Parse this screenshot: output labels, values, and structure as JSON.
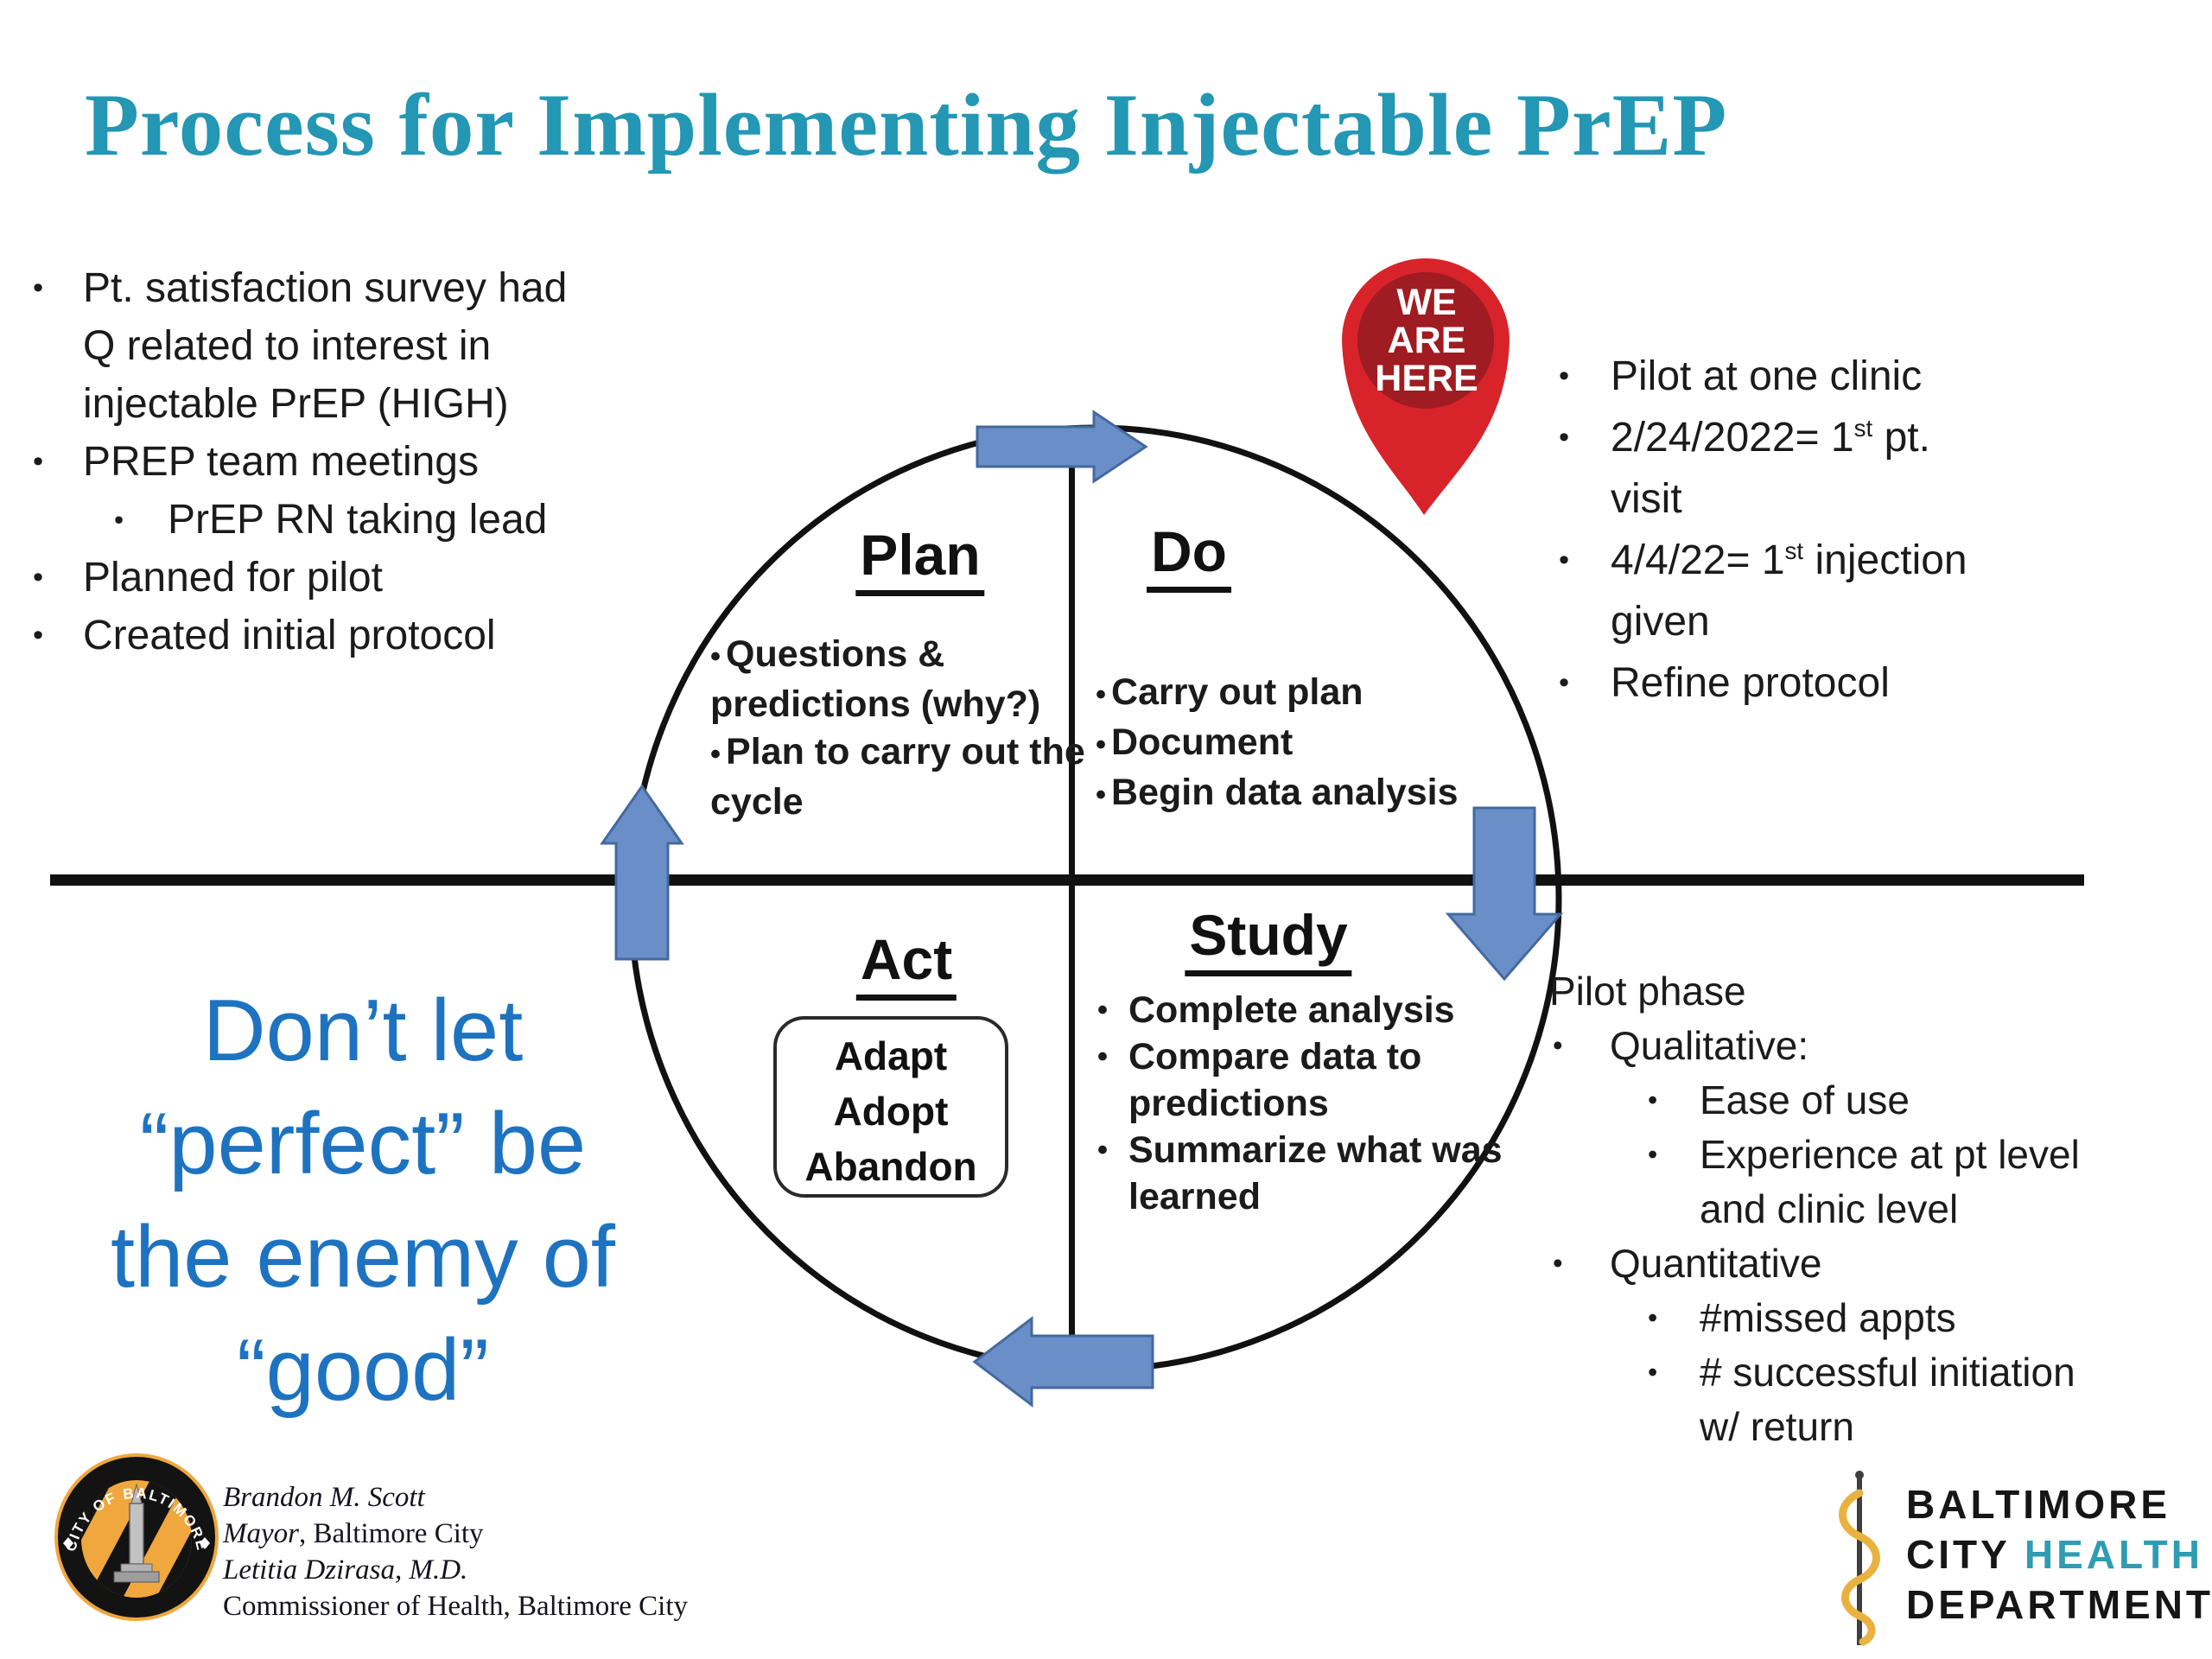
{
  "slide": {
    "title": "Process for Implementing Injectable PrEP"
  },
  "colors": {
    "title_teal": "#2397b3",
    "quote_blue": "#1e73c1",
    "text_black": "#1b1b1b",
    "line_black": "#111111",
    "arrow_fill": "#6a8fc8",
    "arrow_stroke": "#44699e",
    "pin_red": "#d8232a",
    "pin_dark_red": "#9e1c22",
    "health_teal": "#2f9cb3",
    "seal_gold": "#efa73e"
  },
  "icons": {
    "marker": "we-are-here-map-pin",
    "seal": "city-of-baltimore-seal",
    "staff": "rod-of-asclepius"
  },
  "left_list": [
    {
      "level": 1,
      "segs": [
        {
          "t": "Pt. satisfaction survey had Q related to interest in injectable PrEP (HIGH)"
        }
      ]
    },
    {
      "level": 1,
      "segs": [
        {
          "t": "PREP team meetings"
        }
      ]
    },
    {
      "level": 2,
      "segs": [
        {
          "t": "PrEP RN taking lead"
        }
      ]
    },
    {
      "level": 1,
      "segs": [
        {
          "t": "Planned for pilot"
        }
      ]
    },
    {
      "level": 1,
      "segs": [
        {
          "t": "Created initial protocol"
        }
      ]
    }
  ],
  "marker": {
    "lines": [
      "WE",
      "ARE",
      "HERE"
    ]
  },
  "right_list": [
    {
      "level": 1,
      "segs": [
        {
          "t": "Pilot at one clinic"
        }
      ]
    },
    {
      "level": 1,
      "segs": [
        {
          "t": "2/24/2022= 1"
        },
        {
          "sup": "st"
        },
        {
          "t": " pt. visit"
        }
      ]
    },
    {
      "level": 1,
      "segs": [
        {
          "t": "4/4/22= 1"
        },
        {
          "sup": "st"
        },
        {
          "t": " injection given"
        }
      ]
    },
    {
      "level": 1,
      "segs": [
        {
          "t": "Refine protocol"
        }
      ]
    }
  ],
  "cycle": {
    "plan": {
      "label": "Plan",
      "bullets": [
        {
          "level": 1,
          "segs": [
            {
              "t": "Questions & predictions (why?)"
            }
          ]
        },
        {
          "level": 1,
          "segs": [
            {
              "t": "Plan to carry out the cycle"
            }
          ]
        }
      ]
    },
    "do": {
      "label": "Do",
      "bullets": [
        {
          "level": 1,
          "segs": [
            {
              "t": "Carry out plan"
            }
          ]
        },
        {
          "level": 1,
          "segs": [
            {
              "t": "Document"
            }
          ]
        },
        {
          "level": 1,
          "segs": [
            {
              "t": "Begin data analysis"
            }
          ]
        }
      ]
    },
    "study": {
      "label": "Study",
      "bullets": [
        {
          "level": 1,
          "segs": [
            {
              "t": "Complete analysis"
            }
          ]
        },
        {
          "level": 1,
          "segs": [
            {
              "t": "Compare data to predictions"
            }
          ]
        },
        {
          "level": 1,
          "segs": [
            {
              "t": "Summarize what was learned"
            }
          ]
        }
      ]
    },
    "act": {
      "label": "Act",
      "box": [
        "Adapt",
        "Adopt",
        "Abandon"
      ]
    }
  },
  "quote": {
    "lines": [
      "Don’t let",
      "“perfect” be",
      "the enemy of",
      "“good”"
    ]
  },
  "pilot_list": [
    {
      "level": 0,
      "segs": [
        {
          "t": "Pilot phase"
        }
      ]
    },
    {
      "level": 1,
      "segs": [
        {
          "t": "Qualitative:"
        }
      ]
    },
    {
      "level": 2,
      "segs": [
        {
          "t": "Ease of use"
        }
      ]
    },
    {
      "level": 2,
      "segs": [
        {
          "t": "Experience at pt level and clinic level"
        }
      ]
    },
    {
      "level": 1,
      "segs": [
        {
          "t": "Quantitative"
        }
      ]
    },
    {
      "level": 2,
      "segs": [
        {
          "t": "#missed appts"
        }
      ]
    },
    {
      "level": 2,
      "segs": [
        {
          "t": "# successful initiation w/ return"
        }
      ]
    }
  ],
  "footer_left": {
    "seal_text": "CITY OF BALTIMORE",
    "credits": {
      "name1": "Brandon M. Scott",
      "role1_italic": "Mayor",
      "role1_rest": ", Baltimore City",
      "name2": "Letitia Dzirasa, M.D.",
      "role2": "Commissioner of Health, Baltimore City"
    }
  },
  "footer_right": {
    "line1": "BALTIMORE",
    "line2_black": "CITY",
    "line2_teal": "HEALTH",
    "line3": "DEPARTMENT"
  }
}
